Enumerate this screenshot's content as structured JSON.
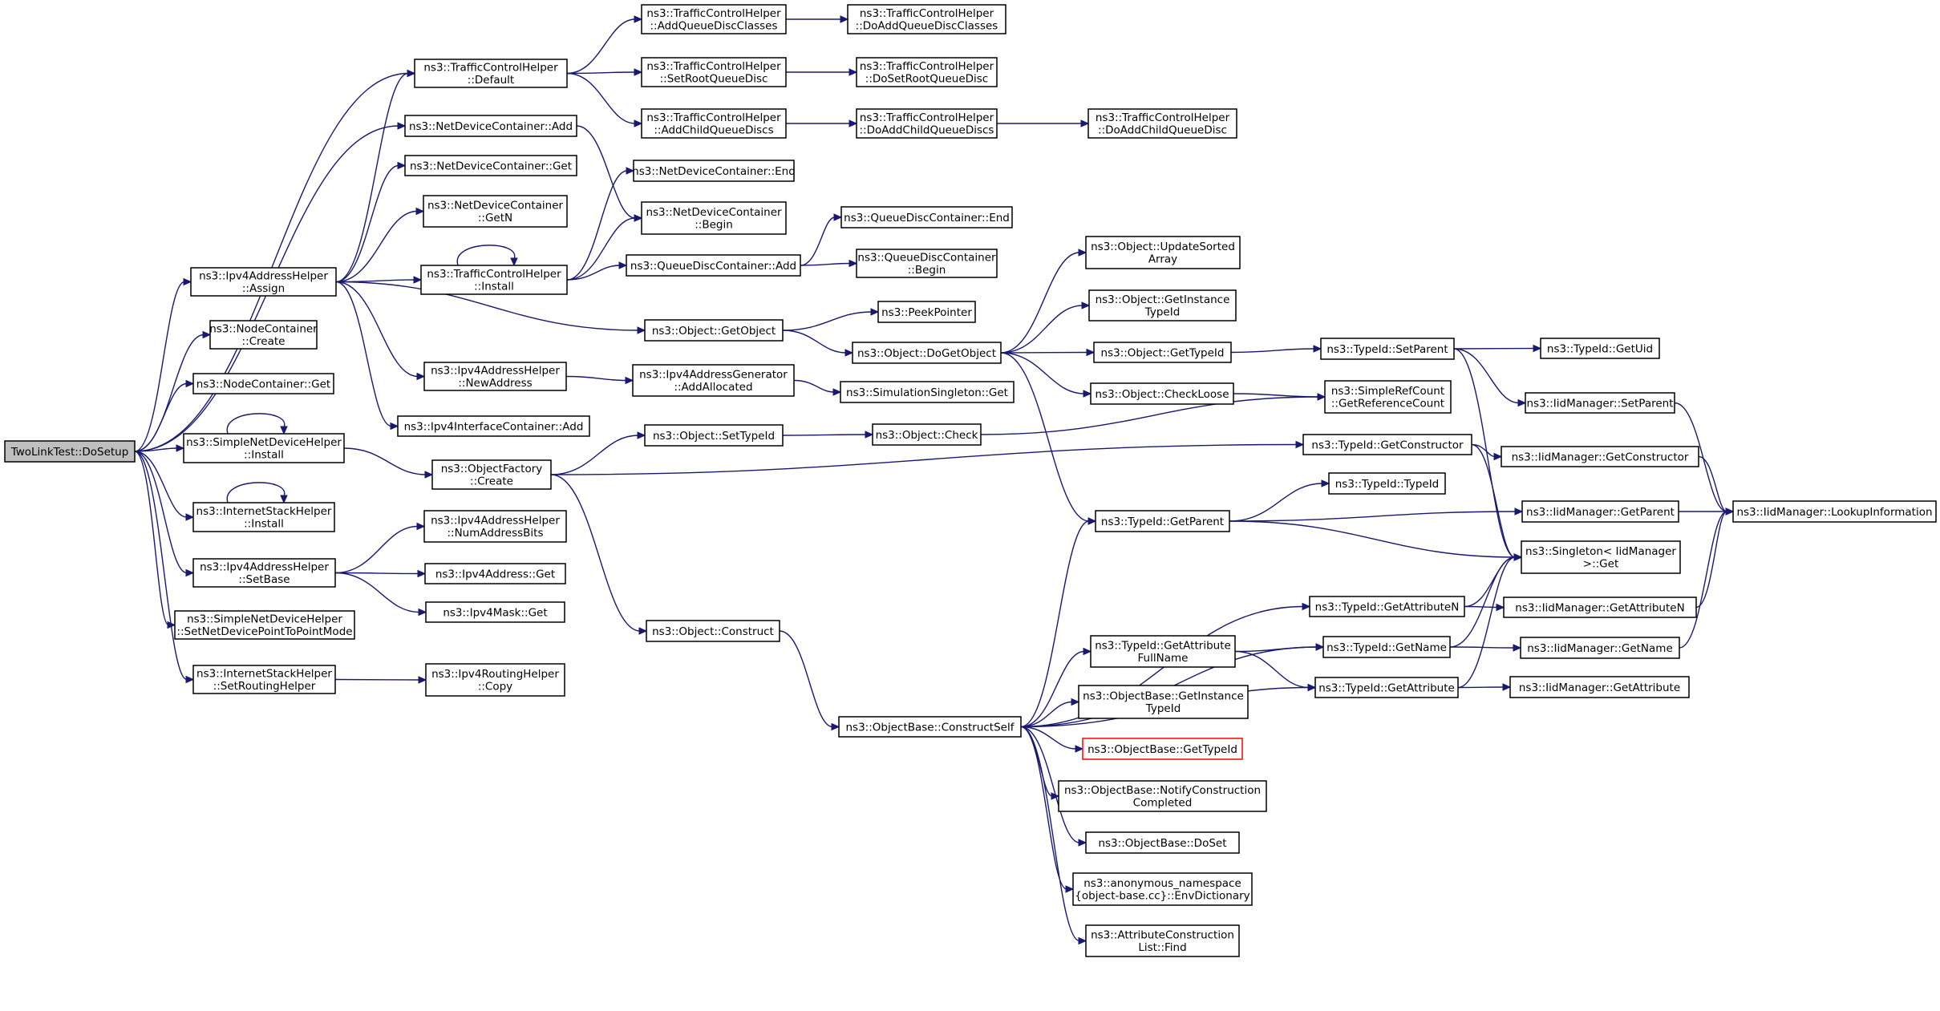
{
  "nodes": [
    {
      "id": "root",
      "lines": [
        "TwoLinkTest::DoSetup"
      ],
      "root": true
    },
    {
      "id": "ipv4_assign",
      "lines": [
        "ns3::Ipv4AddressHelper",
        "::Assign"
      ]
    },
    {
      "id": "nodec_create",
      "lines": [
        "ns3::NodeContainer",
        "::Create"
      ]
    },
    {
      "id": "nodec_get",
      "lines": [
        "ns3::NodeContainer::Get"
      ]
    },
    {
      "id": "sndh_install",
      "lines": [
        "ns3::SimpleNetDeviceHelper",
        "::Install"
      ]
    },
    {
      "id": "ish_install",
      "lines": [
        "ns3::InternetStackHelper",
        "::Install"
      ]
    },
    {
      "id": "ipv4_setbase",
      "lines": [
        "ns3::Ipv4AddressHelper",
        "::SetBase"
      ]
    },
    {
      "id": "sndh_p2p",
      "lines": [
        "ns3::SimpleNetDeviceHelper",
        "::SetNetDevicePointToPointMode"
      ]
    },
    {
      "id": "ish_routing",
      "lines": [
        "ns3::InternetStackHelper",
        "::SetRoutingHelper"
      ]
    },
    {
      "id": "tch_default",
      "lines": [
        "ns3::TrafficControlHelper",
        "::Default"
      ]
    },
    {
      "id": "ndc_add",
      "lines": [
        "ns3::NetDeviceContainer::Add"
      ]
    },
    {
      "id": "ndc_get",
      "lines": [
        "ns3::NetDeviceContainer::Get"
      ]
    },
    {
      "id": "ndc_getn",
      "lines": [
        "ns3::NetDeviceContainer",
        "::GetN"
      ]
    },
    {
      "id": "tch_install",
      "lines": [
        "ns3::TrafficControlHelper",
        "::Install"
      ]
    },
    {
      "id": "ipv4_newaddr",
      "lines": [
        "ns3::Ipv4AddressHelper",
        "::NewAddress"
      ]
    },
    {
      "id": "ipv4ic_add",
      "lines": [
        "ns3::Ipv4InterfaceContainer::Add"
      ]
    },
    {
      "id": "of_create",
      "lines": [
        "ns3::ObjectFactory",
        "::Create"
      ]
    },
    {
      "id": "ipv4_numbits",
      "lines": [
        "ns3::Ipv4AddressHelper",
        "::NumAddressBits"
      ]
    },
    {
      "id": "ipv4addr_get",
      "lines": [
        "ns3::Ipv4Address::Get"
      ]
    },
    {
      "id": "ipv4mask_get",
      "lines": [
        "ns3::Ipv4Mask::Get"
      ]
    },
    {
      "id": "ipv4rh_copy",
      "lines": [
        "ns3::Ipv4RoutingHelper",
        "::Copy"
      ]
    },
    {
      "id": "tch_addqdc",
      "lines": [
        "ns3::TrafficControlHelper",
        "::AddQueueDiscClasses"
      ]
    },
    {
      "id": "tch_setroot",
      "lines": [
        "ns3::TrafficControlHelper",
        "::SetRootQueueDisc"
      ]
    },
    {
      "id": "tch_addchild",
      "lines": [
        "ns3::TrafficControlHelper",
        "::AddChildQueueDiscs"
      ]
    },
    {
      "id": "ndc_end",
      "lines": [
        "ns3::NetDeviceContainer::End"
      ]
    },
    {
      "id": "ndc_begin",
      "lines": [
        "ns3::NetDeviceContainer",
        "::Begin"
      ]
    },
    {
      "id": "qdc_add",
      "lines": [
        "ns3::QueueDiscContainer::Add"
      ]
    },
    {
      "id": "obj_getobject",
      "lines": [
        "ns3::Object::GetObject"
      ]
    },
    {
      "id": "ipv4ag_alloc",
      "lines": [
        "ns3::Ipv4AddressGenerator",
        "::AddAllocated"
      ]
    },
    {
      "id": "obj_settypeid",
      "lines": [
        "ns3::Object::SetTypeId"
      ]
    },
    {
      "id": "obj_construct",
      "lines": [
        "ns3::Object::Construct"
      ]
    },
    {
      "id": "tch_doaddqdc",
      "lines": [
        "ns3::TrafficControlHelper",
        "::DoAddQueueDiscClasses"
      ]
    },
    {
      "id": "tch_dosetroot",
      "lines": [
        "ns3::TrafficControlHelper",
        "::DoSetRootQueueDisc"
      ]
    },
    {
      "id": "tch_doaddchilds",
      "lines": [
        "ns3::TrafficControlHelper",
        "::DoAddChildQueueDiscs"
      ]
    },
    {
      "id": "qdc_end",
      "lines": [
        "ns3::QueueDiscContainer::End"
      ]
    },
    {
      "id": "qdc_begin",
      "lines": [
        "ns3::QueueDiscContainer",
        "::Begin"
      ]
    },
    {
      "id": "peekpointer",
      "lines": [
        "ns3::PeekPointer"
      ]
    },
    {
      "id": "obj_dogetobject",
      "lines": [
        "ns3::Object::DoGetObject"
      ]
    },
    {
      "id": "simsingleton_get",
      "lines": [
        "ns3::SimulationSingleton::Get"
      ]
    },
    {
      "id": "obj_check",
      "lines": [
        "ns3::Object::Check"
      ]
    },
    {
      "id": "ob_constructself",
      "lines": [
        "ns3::ObjectBase::ConstructSelf"
      ]
    },
    {
      "id": "tch_doaddchild",
      "lines": [
        "ns3::TrafficControlHelper",
        "::DoAddChildQueueDisc"
      ]
    },
    {
      "id": "obj_updatesorted",
      "lines": [
        "ns3::Object::UpdateSorted",
        "Array"
      ]
    },
    {
      "id": "obj_getinstancetid",
      "lines": [
        "ns3::Object::GetInstance",
        "TypeId"
      ]
    },
    {
      "id": "obj_gettypeid",
      "lines": [
        "ns3::Object::GetTypeId"
      ]
    },
    {
      "id": "obj_checkloose",
      "lines": [
        "ns3::Object::CheckLoose"
      ]
    },
    {
      "id": "tid_getparent",
      "lines": [
        "ns3::TypeId::GetParent"
      ]
    },
    {
      "id": "tid_getattrfull",
      "lines": [
        "ns3::TypeId::GetAttribute",
        "FullName"
      ]
    },
    {
      "id": "ob_getinstancetid",
      "lines": [
        "ns3::ObjectBase::GetInstance",
        "TypeId"
      ]
    },
    {
      "id": "ob_gettypeid",
      "lines": [
        "ns3::ObjectBase::GetTypeId"
      ],
      "missing": true
    },
    {
      "id": "ob_notify",
      "lines": [
        "ns3::ObjectBase::NotifyConstruction",
        "Completed"
      ]
    },
    {
      "id": "ob_doset",
      "lines": [
        "ns3::ObjectBase::DoSet"
      ]
    },
    {
      "id": "anon_envdict",
      "lines": [
        "ns3::anonymous_namespace",
        "{object-base.cc}::EnvDictionary"
      ]
    },
    {
      "id": "acl_find",
      "lines": [
        "ns3::AttributeConstruction",
        "List::Find"
      ]
    },
    {
      "id": "tid_setparent",
      "lines": [
        "ns3::TypeId::SetParent"
      ]
    },
    {
      "id": "src_getrefcount",
      "lines": [
        "ns3::SimpleRefCount",
        "::GetReferenceCount"
      ]
    },
    {
      "id": "tid_getconstructor",
      "lines": [
        "ns3::TypeId::GetConstructor"
      ]
    },
    {
      "id": "tid_typeid",
      "lines": [
        "ns3::TypeId::TypeId"
      ]
    },
    {
      "id": "tid_getattrn",
      "lines": [
        "ns3::TypeId::GetAttributeN"
      ]
    },
    {
      "id": "tid_getname",
      "lines": [
        "ns3::TypeId::GetName"
      ]
    },
    {
      "id": "tid_getattr",
      "lines": [
        "ns3::TypeId::GetAttribute"
      ]
    },
    {
      "id": "tid_getuid",
      "lines": [
        "ns3::TypeId::GetUid"
      ]
    },
    {
      "id": "iid_setparent",
      "lines": [
        "ns3::IidManager::SetParent"
      ]
    },
    {
      "id": "iid_getconstructor",
      "lines": [
        "ns3::IidManager::GetConstructor"
      ]
    },
    {
      "id": "iid_getparent",
      "lines": [
        "ns3::IidManager::GetParent"
      ]
    },
    {
      "id": "singleton_get",
      "lines": [
        "ns3::Singleton< IidManager",
        " >::Get"
      ]
    },
    {
      "id": "iid_getattrn",
      "lines": [
        "ns3::IidManager::GetAttributeN"
      ]
    },
    {
      "id": "iid_getname",
      "lines": [
        "ns3::IidManager::GetName"
      ]
    },
    {
      "id": "iid_getattr",
      "lines": [
        "ns3::IidManager::GetAttribute"
      ]
    },
    {
      "id": "iid_lookup",
      "lines": [
        "ns3::IidManager::LookupInformation"
      ]
    }
  ],
  "edges": [
    [
      "root",
      "ipv4_assign"
    ],
    [
      "root",
      "nodec_create"
    ],
    [
      "root",
      "nodec_get"
    ],
    [
      "root",
      "sndh_install"
    ],
    [
      "root",
      "ish_install"
    ],
    [
      "root",
      "ipv4_setbase"
    ],
    [
      "root",
      "sndh_p2p"
    ],
    [
      "root",
      "ish_routing"
    ],
    [
      "root",
      "tch_default"
    ],
    [
      "root",
      "ndc_add"
    ],
    [
      "ipv4_assign",
      "tch_default"
    ],
    [
      "ipv4_assign",
      "ndc_get"
    ],
    [
      "ipv4_assign",
      "ndc_getn"
    ],
    [
      "ipv4_assign",
      "tch_install"
    ],
    [
      "ipv4_assign",
      "ipv4_newaddr"
    ],
    [
      "ipv4_assign",
      "ipv4ic_add"
    ],
    [
      "ipv4_assign",
      "obj_getobject"
    ],
    [
      "sndh_install",
      "sndh_install"
    ],
    [
      "sndh_install",
      "of_create"
    ],
    [
      "ish_install",
      "ish_install"
    ],
    [
      "ipv4_setbase",
      "ipv4_numbits"
    ],
    [
      "ipv4_setbase",
      "ipv4addr_get"
    ],
    [
      "ipv4_setbase",
      "ipv4mask_get"
    ],
    [
      "ish_routing",
      "ipv4rh_copy"
    ],
    [
      "tch_default",
      "tch_addqdc"
    ],
    [
      "tch_default",
      "tch_setroot"
    ],
    [
      "tch_default",
      "tch_addchild"
    ],
    [
      "ndc_add",
      "ndc_begin"
    ],
    [
      "tch_install",
      "tch_install"
    ],
    [
      "tch_install",
      "ndc_end"
    ],
    [
      "tch_install",
      "ndc_begin"
    ],
    [
      "tch_install",
      "qdc_add"
    ],
    [
      "ipv4_newaddr",
      "ipv4ag_alloc"
    ],
    [
      "of_create",
      "obj_settypeid"
    ],
    [
      "of_create",
      "obj_construct"
    ],
    [
      "of_create",
      "tid_getconstructor"
    ],
    [
      "tch_addqdc",
      "tch_doaddqdc"
    ],
    [
      "tch_setroot",
      "tch_dosetroot"
    ],
    [
      "tch_addchild",
      "tch_doaddchilds"
    ],
    [
      "tch_doaddchilds",
      "tch_doaddchild"
    ],
    [
      "qdc_add",
      "qdc_end"
    ],
    [
      "qdc_add",
      "qdc_begin"
    ],
    [
      "obj_getobject",
      "peekpointer"
    ],
    [
      "obj_getobject",
      "obj_dogetobject"
    ],
    [
      "ipv4ag_alloc",
      "simsingleton_get"
    ],
    [
      "obj_settypeid",
      "obj_check"
    ],
    [
      "obj_construct",
      "ob_constructself"
    ],
    [
      "obj_dogetobject",
      "obj_updatesorted"
    ],
    [
      "obj_dogetobject",
      "obj_getinstancetid"
    ],
    [
      "obj_dogetobject",
      "obj_gettypeid"
    ],
    [
      "obj_dogetobject",
      "obj_checkloose"
    ],
    [
      "obj_dogetobject",
      "tid_getparent"
    ],
    [
      "obj_check",
      "src_getrefcount"
    ],
    [
      "obj_checkloose",
      "src_getrefcount"
    ],
    [
      "obj_gettypeid",
      "tid_setparent"
    ],
    [
      "ob_constructself",
      "tid_getparent"
    ],
    [
      "ob_constructself",
      "tid_getattrn"
    ],
    [
      "ob_constructself",
      "tid_getname"
    ],
    [
      "ob_constructself",
      "tid_getattrfull"
    ],
    [
      "ob_constructself",
      "ob_getinstancetid"
    ],
    [
      "ob_constructself",
      "ob_gettypeid"
    ],
    [
      "ob_constructself",
      "ob_notify"
    ],
    [
      "ob_constructself",
      "ob_doset"
    ],
    [
      "ob_constructself",
      "anon_envdict"
    ],
    [
      "ob_constructself",
      "acl_find"
    ],
    [
      "ob_constructself",
      "tid_getattr"
    ],
    [
      "tid_getattrfull",
      "tid_getname"
    ],
    [
      "tid_getattrfull",
      "tid_getattr"
    ],
    [
      "tid_getparent",
      "tid_typeid"
    ],
    [
      "tid_getparent",
      "iid_getparent"
    ],
    [
      "tid_getparent",
      "singleton_get"
    ],
    [
      "tid_setparent",
      "tid_getuid"
    ],
    [
      "tid_setparent",
      "iid_setparent"
    ],
    [
      "tid_setparent",
      "singleton_get"
    ],
    [
      "tid_getconstructor",
      "iid_getconstructor"
    ],
    [
      "tid_getconstructor",
      "singleton_get"
    ],
    [
      "tid_getattrn",
      "iid_getattrn"
    ],
    [
      "tid_getattrn",
      "singleton_get"
    ],
    [
      "tid_getname",
      "iid_getname"
    ],
    [
      "tid_getname",
      "singleton_get"
    ],
    [
      "tid_getattr",
      "iid_getattr"
    ],
    [
      "tid_getattr",
      "singleton_get"
    ],
    [
      "iid_setparent",
      "iid_lookup"
    ],
    [
      "iid_getconstructor",
      "iid_lookup"
    ],
    [
      "iid_getparent",
      "iid_lookup"
    ],
    [
      "iid_getattrn",
      "iid_lookup"
    ],
    [
      "iid_getname",
      "iid_lookup"
    ]
  ]
}
